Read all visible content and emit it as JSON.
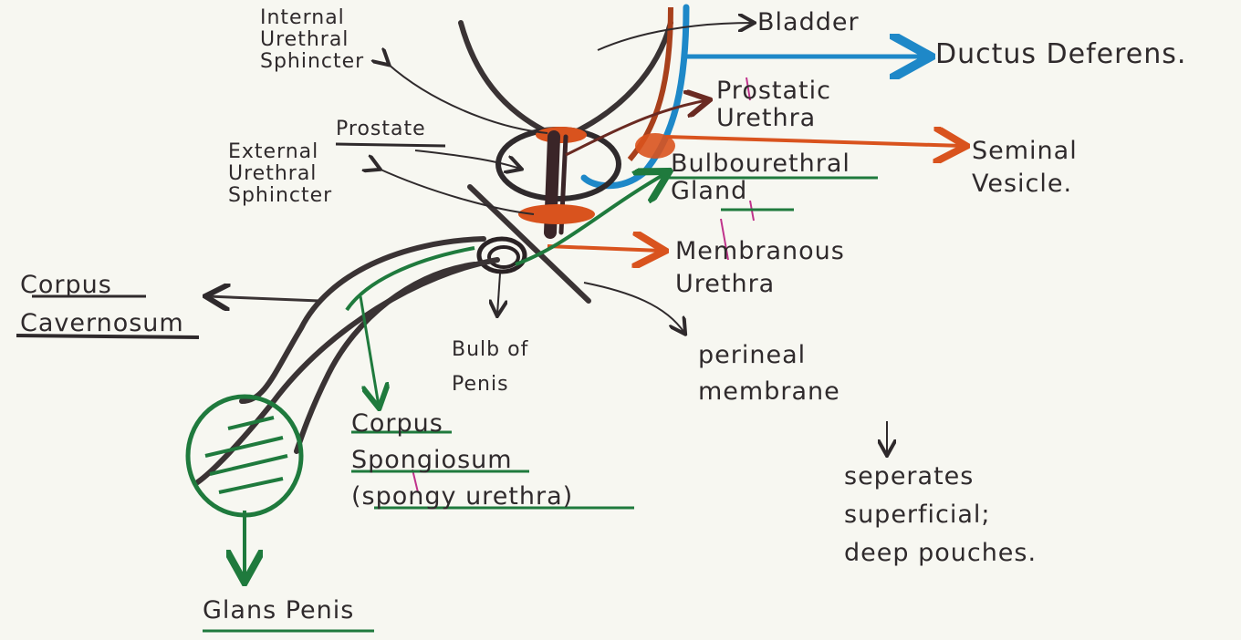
{
  "colors": {
    "paper": "#f7f7f1",
    "ink": "#2f2a2c",
    "green": "#1f7a3d",
    "orange": "#d9531e",
    "blue": "#1e88c8",
    "brown": "#6a2a22"
  },
  "labels": {
    "internal_urethral_sphincter": "Internal\nUrethral\nSphincter",
    "bladder": "Bladder",
    "ductus_deferens": "Ductus Deferens.",
    "prostatic_urethra": "Prostatic\nUrethra",
    "prostate": "Prostate",
    "external_urethral_sphincter": "External\nUrethral\nSphincter",
    "seminal_vesicle": "Seminal\nVesicle.",
    "bulbourethral_gland": "Bulbourethral\nGland",
    "membranous_urethra": "Membranous\nUrethra",
    "corpus_cavernosum": "Corpus\nCavernosum",
    "bulb_of_penis": "Bulb of\nPenis",
    "perineal_membrane": "perineal\nmembrane",
    "corpus_spongiosum": "Corpus\nSpongiosum\n(spongy urethra)",
    "note": "seperates\nsuperficial;\ndeep pouches.",
    "glans_penis": "Glans Penis"
  }
}
